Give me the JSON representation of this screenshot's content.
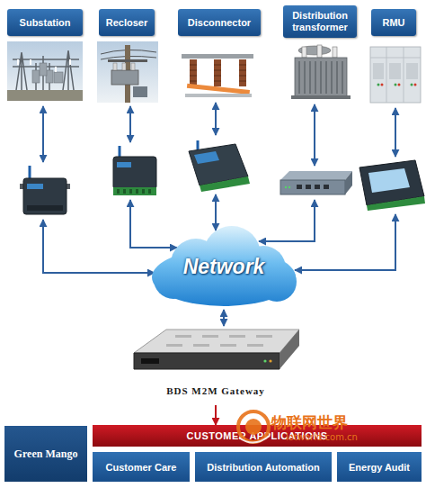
{
  "diagram": {
    "nodes": [
      {
        "text": [
          "Substation"
        ]
      },
      {
        "text": [
          "Recloser"
        ]
      },
      {
        "text": [
          "Disconnector"
        ]
      },
      {
        "text": [
          "Distribution transformer"
        ]
      },
      {
        "text": [
          "RMU"
        ]
      },
      {
        "text": [
          "Network"
        ]
      },
      {
        "text": [
          "BDS M2M Gateway"
        ]
      },
      {
        "text": [
          "Green Mango"
        ]
      },
      {
        "text": [
          "CUSTOMER APPLICATIONS"
        ]
      },
      {
        "text": [
          "Customer Care"
        ]
      },
      {
        "text": [
          "Distribution Automation"
        ]
      },
      {
        "text": [
          "Energy Audit"
        ]
      }
    ],
    "edges": [
      {
        "from": 5,
        "to": 6,
        "arrow": "both"
      },
      {
        "from": 6,
        "to": 8,
        "arrow": "to"
      }
    ],
    "labels": [
      "物联网世界",
      "iotworld.com.cn"
    ]
  }
}
